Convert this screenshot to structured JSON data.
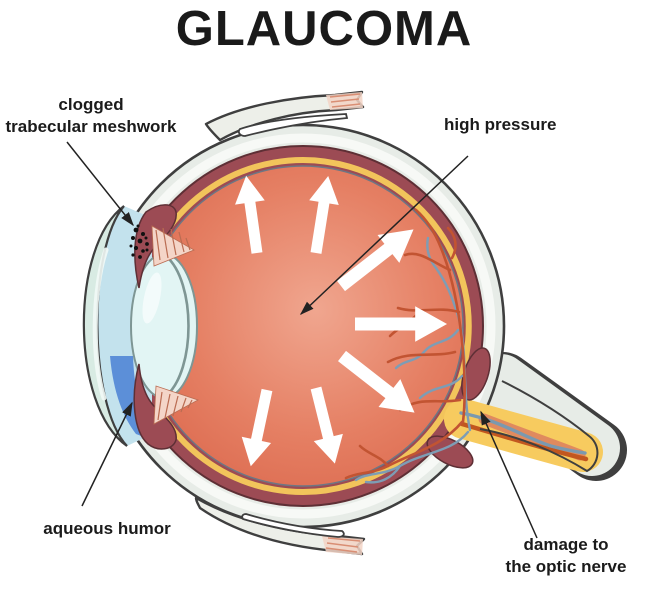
{
  "title": "GLAUCOMA",
  "labels": {
    "clogged_trabecular_meshwork": {
      "line1": "clogged",
      "line2": "trabecular meshwork"
    },
    "high_pressure": {
      "text": "high pressure"
    },
    "aqueous_humor": {
      "text": "aqueous humor"
    },
    "damage_optic_nerve": {
      "line1": "damage to",
      "line2": "the optic nerve"
    }
  },
  "colors": {
    "title_color": "#1A1A1A",
    "label_color": "#1B1B1B",
    "outline": "#3F3F3F",
    "pointer": "#222222",
    "sclera": "#E7ECE7",
    "sclera_highlight": "#F7F9F6",
    "choroid": "#9C4B54",
    "choroid_dark": "#5E2F35",
    "retina_yellow": "#F2C45B",
    "vitreous_center": "#F0A68F",
    "vitreous_mid": "#E57F63",
    "vitreous_edge": "#DC6B50",
    "vitreous_ring": "#6E7683",
    "cornea": "#D8EBE3",
    "cornea_highlight": "#F2FAF6",
    "chamber": "#C3E2ED",
    "aqueous_blue": "#5C8FD8",
    "lens": "#E2F5F4",
    "lens_edge": "#7E9694",
    "zonule_bg": "#F4D5C8",
    "zonule_line": "#BA6C52",
    "nerve_yellow": "#F7CB5F",
    "nerve_inner": "#E08A5E",
    "artery": "#C2571F",
    "vein": "#7B99AF",
    "vessel_orange": "#C25432",
    "vessel_blue": "#7D9DB5",
    "muscle": "#EDEFE9",
    "muscle_pink": "#D98E74",
    "muscle_pink_fill": "#F2D4C6",
    "stipple": "#111111",
    "arrow_white": "#FFFFFF"
  }
}
